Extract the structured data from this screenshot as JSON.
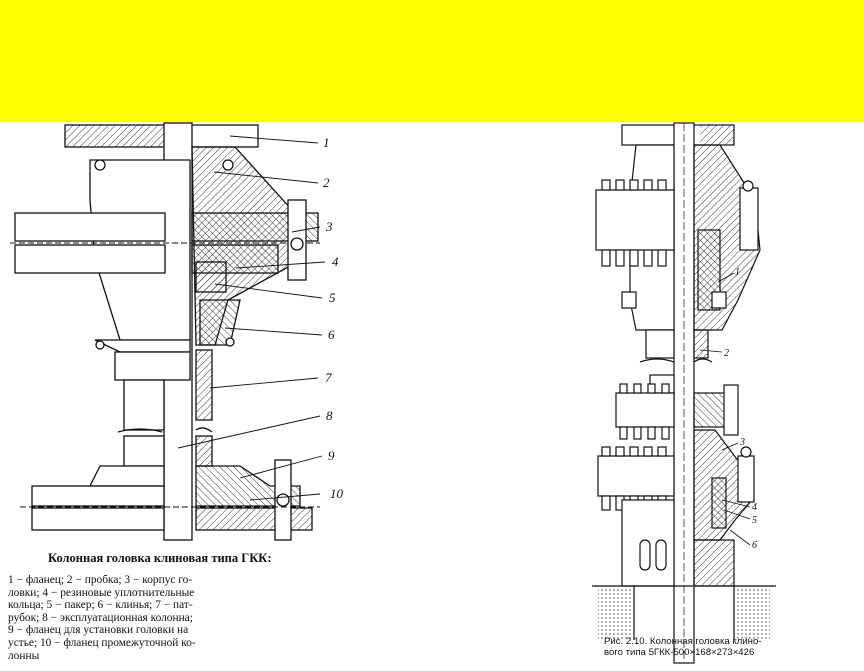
{
  "banner": {
    "color": "#ffff00"
  },
  "left_figure": {
    "title": "Колонная головка клиновая типа ГКК:",
    "legend_lines": [
      "1 − фланец; 2 − пробка; 3 − корпус го-",
      "ловки; 4 − резиновые уплотнительные",
      "кольца; 5 − пакер; 6 − клинья; 7 − пат-",
      "рубок; 8 − эксплуатационная колонна;",
      "9 − фланец для установки головки на",
      "устье; 10 − фланец промежуточной ко-",
      "лонны"
    ],
    "callouts": [
      "1",
      "2",
      "3",
      "4",
      "5",
      "6",
      "7",
      "8",
      "9",
      "10"
    ]
  },
  "right_figure": {
    "caption_lines": [
      "Рис. 2.10. Колонная головка клино-",
      "вого типа 5ГКК-500×168×273×426"
    ],
    "callouts": [
      "1",
      "2",
      "3",
      "4",
      "5",
      "6"
    ]
  }
}
